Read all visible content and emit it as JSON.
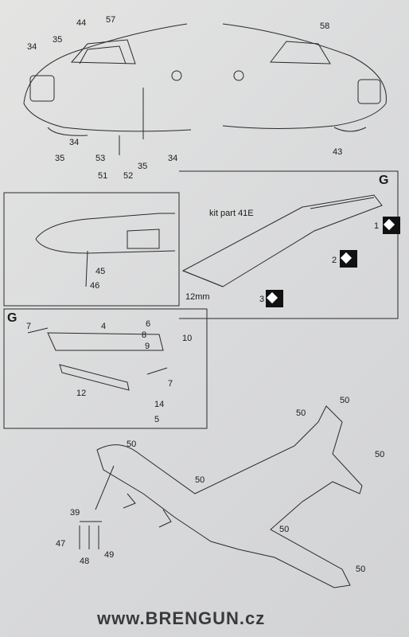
{
  "labels": {
    "n34a": "34",
    "n35a": "35",
    "n44": "44",
    "n57": "57",
    "n34b": "34",
    "n35b": "35",
    "n53": "53",
    "n51": "51",
    "n52": "52",
    "n35c": "35",
    "n34c": "34",
    "n58": "58",
    "n43": "43",
    "n45": "45",
    "n46": "46",
    "kit_part": "kit part 41E",
    "G1": "G",
    "G2": "G",
    "n1": "1",
    "n2": "2",
    "n3": "3",
    "mm12": "12mm",
    "n7a": "7",
    "n4": "4",
    "n6": "6",
    "n8": "8",
    "n9": "9",
    "n10": "10",
    "n7b": "7",
    "n12": "12",
    "n14": "14",
    "n5": "5",
    "n50a": "50",
    "n50b": "50",
    "n50c": "50",
    "n50d": "50",
    "n50e": "50",
    "n50f": "50",
    "n50g": "50",
    "n39": "39",
    "n47": "47",
    "n48": "48",
    "n49": "49"
  },
  "footer": {
    "url": "www.BRENGUN.cz"
  }
}
